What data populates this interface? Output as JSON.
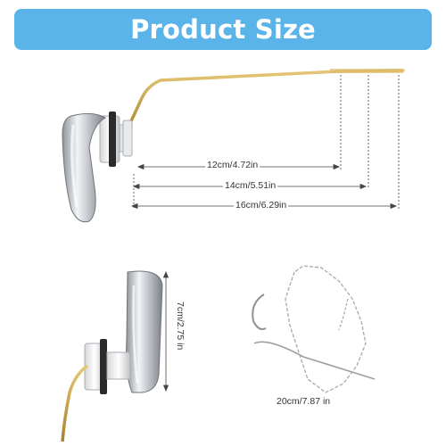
{
  "banner": {
    "title": "Product Size"
  },
  "dimensions": {
    "arm_short": "12cm/4.72in",
    "arm_medium": "14cm/5.51in",
    "arm_long": "16cm/6.29in",
    "handle_height": "7cm/2.75 in",
    "chain_length": "20cm/7.87 in"
  },
  "colors": {
    "banner": "#5ab4ea",
    "brass": "#c9a54a",
    "chrome": "#c8ccd2"
  }
}
